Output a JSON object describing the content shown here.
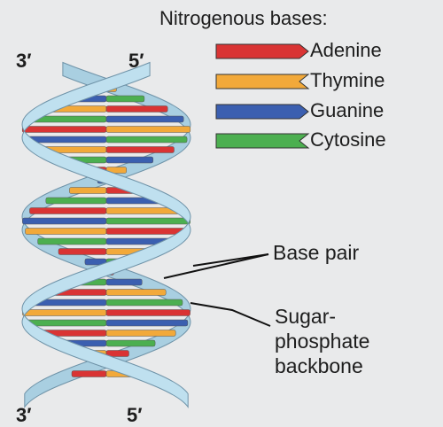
{
  "legend": {
    "title": "Nitrogenous bases:",
    "items": [
      {
        "label": "Adenine",
        "color": "#d93434"
      },
      {
        "label": "Thymine",
        "color": "#f2a93a"
      },
      {
        "label": "Guanine",
        "color": "#3b5fb0"
      },
      {
        "label": "Cytosine",
        "color": "#4caf50"
      }
    ]
  },
  "strand_ends": {
    "top_left": "3′",
    "top_right": "5′",
    "bottom_left": "3′",
    "bottom_right": "5′"
  },
  "callouts": {
    "base_pair": "Base pair",
    "backbone_line1": "Sugar-",
    "backbone_line2": "phosphate",
    "backbone_line3": "backbone"
  },
  "colors": {
    "backbone_fill": "#bfe0ef",
    "backbone_stroke": "#6f93a8",
    "background": "#e9eaeb"
  }
}
